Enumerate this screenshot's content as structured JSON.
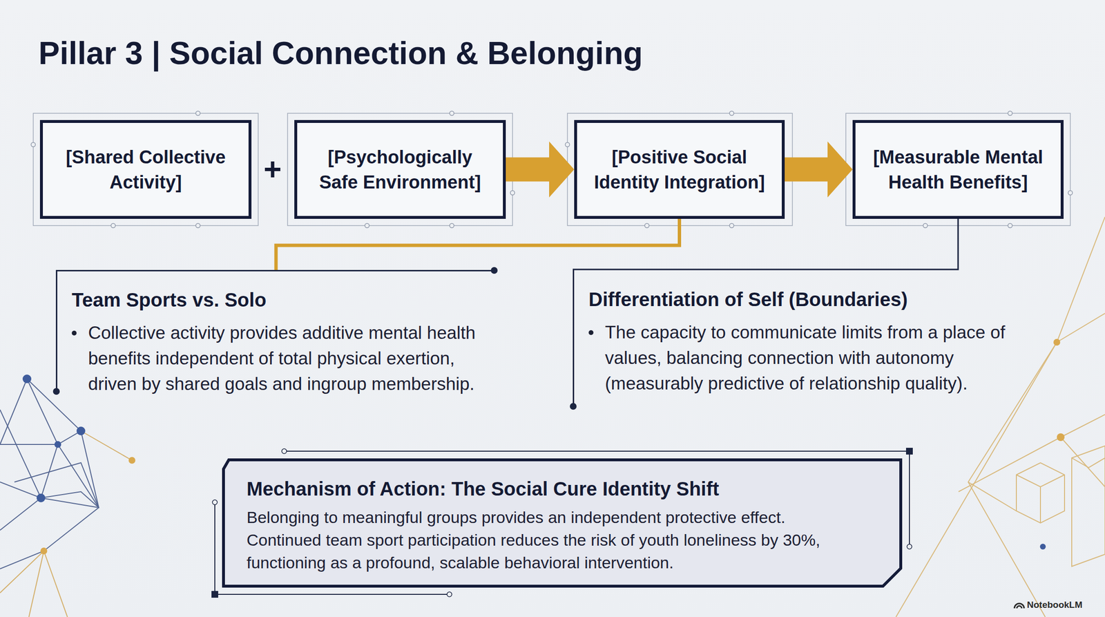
{
  "diagram": {
    "title": "Pillar 3 | Social Connection & Belonging",
    "nodes": [
      {
        "text": [
          "[Shared Collective Activity]"
        ]
      },
      {
        "text": [
          "[Psychologically Safe Environment]"
        ]
      },
      {
        "text": [
          "[Positive Social Identity Integration]"
        ]
      },
      {
        "text": [
          "[Measurable Mental Health Benefits]"
        ]
      },
      {
        "text": [
          "Team Sports vs. Solo",
          "Collective activity provides additive mental health benefits independent of total physical exertion, driven by shared goals and ingroup membership."
        ]
      },
      {
        "text": [
          "Differentiation of Self (Boundaries)",
          "The capacity to communicate limits from a place of values, balancing connection with autonomy (measurably predictive of relationship quality)."
        ]
      },
      {
        "text": [
          "Mechanism of Action: The Social Cure Identity Shift",
          "Belonging to meaningful groups provides an independent protective effect. Continued team sport participation reduces the risk of youth loneliness by 30%, functioning as a profound, scalable behavioral intervention."
        ]
      }
    ],
    "edges": [
      {
        "from": 1,
        "to": 2,
        "arrow": "to"
      },
      {
        "from": 2,
        "to": 3,
        "arrow": "to"
      },
      {
        "from": 2,
        "to": 4,
        "arrow": "none"
      },
      {
        "from": 3,
        "to": 5,
        "arrow": "none"
      }
    ],
    "labels": [
      "+",
      "NotebookLM"
    ]
  }
}
